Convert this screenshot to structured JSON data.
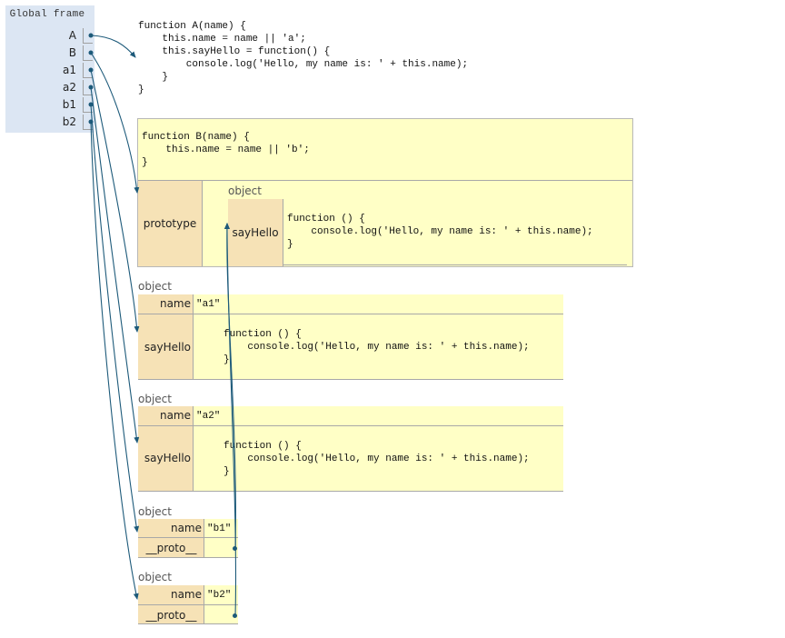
{
  "global_frame": {
    "title": "Global frame",
    "variables": [
      {
        "name": "A",
        "points_to": "function A"
      },
      {
        "name": "B",
        "points_to": "function B"
      },
      {
        "name": "a1",
        "points_to": "object a1"
      },
      {
        "name": "a2",
        "points_to": "object a2"
      },
      {
        "name": "b1",
        "points_to": "object b1"
      },
      {
        "name": "b2",
        "points_to": "object b2"
      }
    ]
  },
  "function_a": {
    "code": "function A(name) {\n    this.name = name || 'a';\n    this.sayHello = function() {\n        console.log('Hello, my name is: ' + this.name);\n    }\n}"
  },
  "function_b": {
    "code": "function B(name) {\n    this.name = name || 'b';\n}",
    "prototype_label": "prototype",
    "prototype_object": {
      "label": "object",
      "key": "sayHello",
      "code": "function () {\n    console.log('Hello, my name is: ' + this.name);\n}"
    }
  },
  "objects": [
    {
      "label": "object",
      "fields": [
        {
          "key": "name",
          "value": "\"a1\""
        },
        {
          "key": "sayHello",
          "value": "function () {\n    console.log('Hello, my name is: ' + this.name);\n}"
        }
      ]
    },
    {
      "label": "object",
      "fields": [
        {
          "key": "name",
          "value": "\"a2\""
        },
        {
          "key": "sayHello",
          "value": "function () {\n    console.log('Hello, my name is: ' + this.name);\n}"
        }
      ]
    },
    {
      "label": "object",
      "fields": [
        {
          "key": "name",
          "value": "\"b1\""
        },
        {
          "key": "__proto__",
          "value": ""
        }
      ]
    },
    {
      "label": "object",
      "fields": [
        {
          "key": "name",
          "value": "\"b2\""
        },
        {
          "key": "__proto__",
          "value": ""
        }
      ]
    }
  ],
  "colors": {
    "frame_bg": "#dce6f3",
    "object_bg": "#ffffc6",
    "key_bg": "#f6e2b6",
    "arrow": "#1d5a7a"
  }
}
